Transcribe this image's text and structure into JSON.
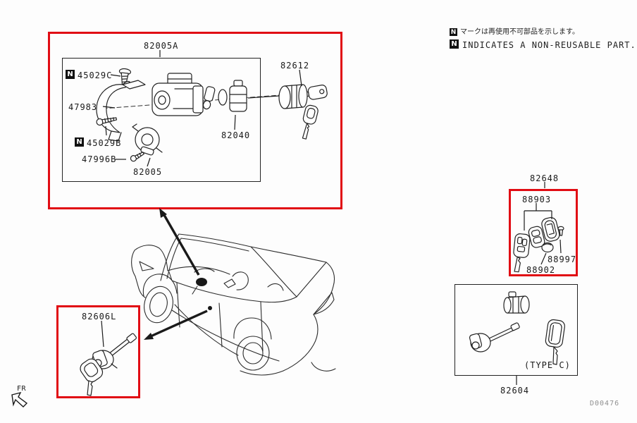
{
  "doc_code": "D00476",
  "orientation_label": "FR",
  "note": {
    "badge": "N",
    "line1_jp": "マークは再使用不可部品を示します。",
    "line2_en": "INDICATES A NON-REUSABLE PART."
  },
  "colors": {
    "highlight_red": "#e10c14",
    "line_black": "#1a1a1a",
    "code_gray": "#8f8f8f"
  },
  "steering_assembly": {
    "group_label": "82005A",
    "parts": {
      "bolt": {
        "label": "45029C",
        "non_reusable": true
      },
      "bracket": {
        "label": "47983",
        "non_reusable": false
      },
      "screw": {
        "label": "45029B",
        "non_reusable": true
      },
      "screw_small": {
        "label": "47996B",
        "non_reusable": false
      },
      "lock_actuator": {
        "label": "82005",
        "non_reusable": false
      },
      "ignition_switch": {
        "label": "82040",
        "non_reusable": false
      },
      "key_cylinder": {
        "label": "82612",
        "non_reusable": false
      }
    }
  },
  "remote_key_group": {
    "group_label": "82648",
    "parts": {
      "key_set": {
        "label": "88903"
      },
      "screw": {
        "label": "88997"
      },
      "battery": {
        "label": "88902"
      }
    }
  },
  "key_set_type_c": {
    "group_label": "82604",
    "variant": "(TYPE C)"
  },
  "door_lock": {
    "group_label": "82606L"
  }
}
